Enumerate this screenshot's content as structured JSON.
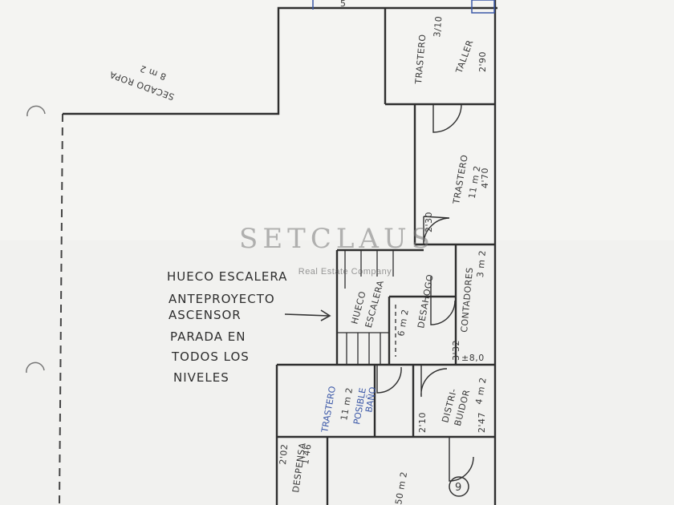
{
  "watermark": {
    "brand": "SETCLAUS",
    "tagline": "Real Estate Company"
  },
  "top_number": "5",
  "rooms": {
    "secado_ropa": {
      "name": "SECADO ROPA",
      "area": "8 m 2"
    },
    "trastero_taller": {
      "name": "TRASTERO",
      "area_label": "3/10",
      "name2": "TALLER",
      "dim": "2'90"
    },
    "trastero_2": {
      "name": "TRASTERO",
      "area": "11 m 2",
      "dim": "4'70"
    },
    "door_dim": "2'30",
    "hueco_escalera": {
      "name": "HUECO",
      "name2": "ESCALERA"
    },
    "desahogo": {
      "name": "DESAHOGO",
      "area": "6 m 2"
    },
    "contadores": {
      "name": "CONTADORES",
      "area": "3 m 2",
      "dim": "3'32",
      "dim2": "±8,0"
    },
    "trastero_bano": {
      "name": "TRASTERO",
      "area": "11 m 2",
      "note1": "POSIBLE",
      "note2": "BAÑO"
    },
    "dim_210": "2'10",
    "distribuidor": {
      "name": "DISTRI-",
      "name2": "BUIDOR",
      "area": "4 m 2",
      "dim": "2'47"
    },
    "despensa": {
      "name": "DESPENSA",
      "dim": "1'46",
      "dim2": "2'02"
    },
    "bottom_area": "50 m 2",
    "circle_num": "9"
  },
  "annotation": {
    "lines": [
      "HUECO ESCALERA",
      "ANTEPROYECTO",
      "ASCENSOR",
      "PARADA EN",
      "TODOS LOS",
      "NIVELES"
    ]
  }
}
